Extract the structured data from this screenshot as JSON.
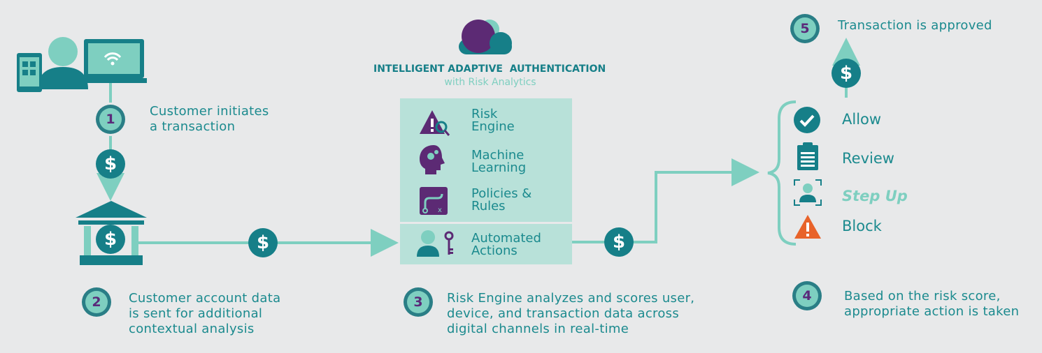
{
  "steps": {
    "s1": {
      "num": "1",
      "text_line1": "Customer initiates",
      "text_line2": "a transaction"
    },
    "s2": {
      "num": "2",
      "text_line1": "Customer account data",
      "text_line2": "is sent for additional",
      "text_line3": "contextual analysis"
    },
    "s3": {
      "num": "3",
      "text_line1": "Risk Engine analyzes and scores user,",
      "text_line2": "device, and transaction data across",
      "text_line3": "digital channels in real-time"
    },
    "s4": {
      "num": "4",
      "text_line1": "Based on the risk score,",
      "text_line2": "appropriate action is taken"
    },
    "s5": {
      "num": "5",
      "text": "Transaction is approved"
    }
  },
  "dollar_symbol": "$",
  "header": {
    "title": "INTELLIGENT ADAPTIVE  AUTHENTICATION",
    "subtitle": "with Risk Analytics"
  },
  "panel": {
    "items": [
      {
        "line1": "Risk",
        "line2": "Engine",
        "icon": "risk-engine-icon"
      },
      {
        "line1": "Machine",
        "line2": "Learning",
        "icon": "machine-learning-icon"
      },
      {
        "line1": "Policies &",
        "line2": "Rules",
        "icon": "policies-rules-icon"
      },
      {
        "line1": "Automated",
        "line2": "Actions",
        "icon": "automated-actions-icon"
      }
    ]
  },
  "outcomes": [
    {
      "label": "Allow",
      "icon": "check-icon"
    },
    {
      "label": "Review",
      "icon": "clipboard-icon"
    },
    {
      "label": "Step Up",
      "icon": "user-verify-icon"
    },
    {
      "label": "Block",
      "icon": "warning-icon"
    }
  ],
  "colors": {
    "teal_dark": "#167f88",
    "teal_light": "#7ecfc0",
    "purple": "#5c2a74",
    "orange": "#e8632a",
    "background": "#e8e9ea",
    "panel": "#b8e1d9"
  }
}
